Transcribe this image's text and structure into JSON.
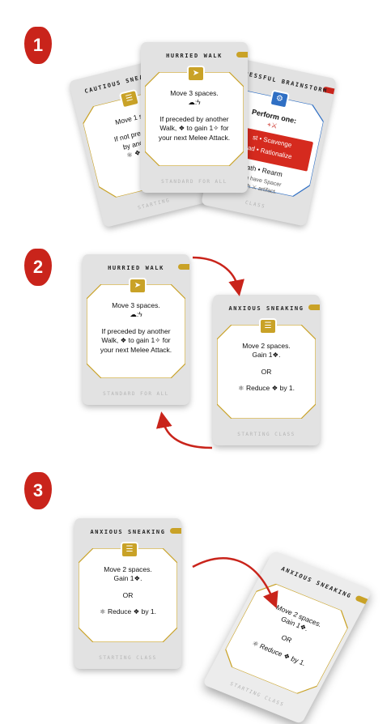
{
  "steps": [
    "1",
    "2",
    "3"
  ],
  "cards": {
    "hurried_walk": {
      "title": "HURRIED WALK",
      "line1": "Move 3 spaces.",
      "sym1": "☁:ϟ",
      "line2": "If preceded by another Walk, ❖ to gain 1✧ for your next Melee Attack.",
      "footer": "STANDARD FOR ALL"
    },
    "anxious_sneaking": {
      "title": "ANXIOUS SNEAKING",
      "line1": "Move 2 spaces.",
      "line2": "Gain 1❖.",
      "or": "OR",
      "line3": "⚛ Reduce ❖ by 1.",
      "footer": "STARTING CLASS"
    },
    "cautious_sneaking": {
      "title": "CAUTIOUS SNEAKING",
      "line1": "Move 1 spa",
      "line2": "If not preceded",
      "line3": "by another",
      "line4": "⚛ ❖ Fast",
      "footer": "STARTING"
    },
    "stressful_brainstorm": {
      "title": "STRESSFUL BRAINSTORM",
      "perform": "Perform one:",
      "sym": "+⚔",
      "opt1": "st • Scavenge",
      "opt2": "ad • Rationalize",
      "line1": "eath • Rearm",
      "line2": "you have Spacer",
      "line3": "ach ⚔ artifact.",
      "footer": "CLASS"
    }
  },
  "colors": {
    "accent_red": "#c9241b",
    "gold": "#c9a227",
    "blue": "#2f6fc4"
  }
}
